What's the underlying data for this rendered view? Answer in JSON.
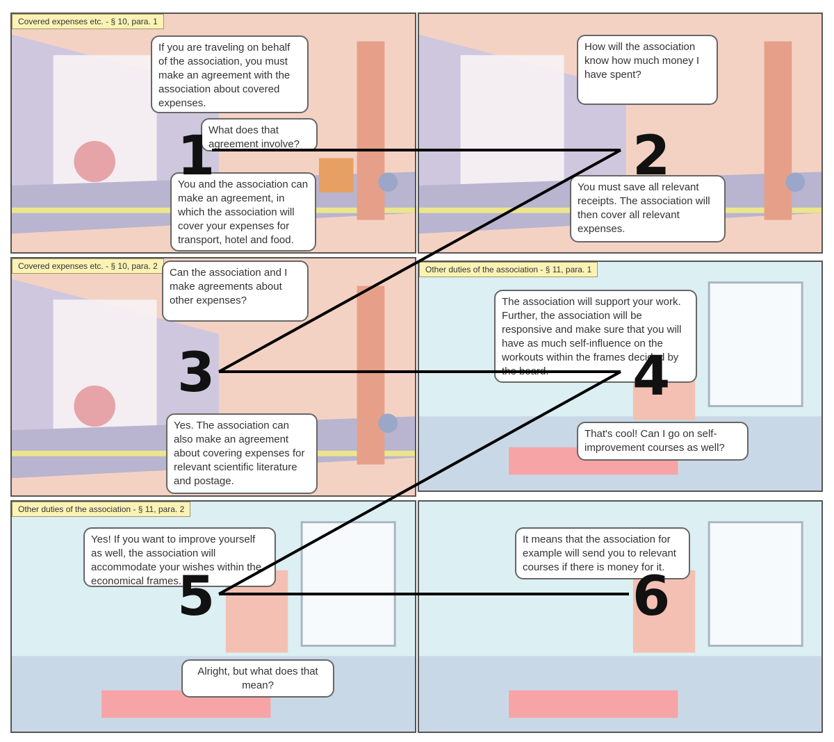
{
  "panels": [
    {
      "caption": "Covered expenses etc. - § 10, para. 1",
      "bubbles": [
        "If you are traveling on behalf of the association, you must make an agreement with the association about covered expenses.",
        "What does that agreement involve?",
        "You and the association can make an agreement, in which the association will cover your expenses for transport, hotel and food."
      ],
      "number": "1"
    },
    {
      "bubbles": [
        "How will the association know how much money I have spent?",
        "You must save all relevant receipts. The association will then cover all relevant expenses."
      ],
      "number": "2"
    },
    {
      "caption": "Covered expenses etc. - § 10, para. 2",
      "bubbles": [
        "Can the association and I make agreements about other expenses?",
        "Yes. The association can also make an agreement about covering expenses for relevant scientific literature and postage."
      ],
      "number": "3"
    },
    {
      "caption": "Other duties of the association - § 11, para. 1",
      "bubbles": [
        "The association will support your work. Further, the association will be responsive and make sure that you will have as much self-influence on the workouts within the frames decided by the board.",
        "That's cool! Can I go on self-improvement courses as well?"
      ],
      "number": "4"
    },
    {
      "caption": "Other duties of the association - § 11, para. 2",
      "bubbles": [
        "Yes! If you want to improve yourself as well, the association will accommodate your wishes within the economical frames.",
        "Alright, but what does that mean?"
      ],
      "number": "5"
    },
    {
      "bubbles": [
        "It means that the association for example will send you to relevant courses if there is money for it."
      ],
      "number": "6"
    }
  ],
  "colors": {
    "line": "#000000",
    "caption_bg": "#fbf3b6",
    "station_wall": "#f3c9b8",
    "gym_wall": "#dceff3"
  }
}
